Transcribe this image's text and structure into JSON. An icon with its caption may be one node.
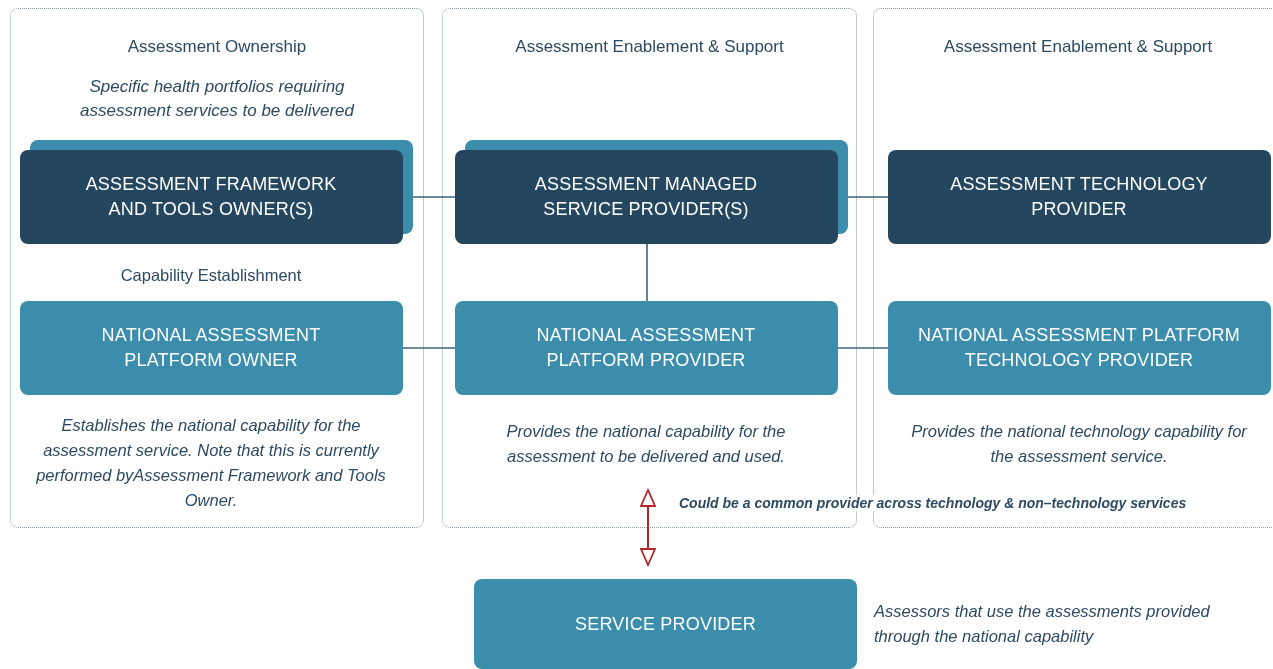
{
  "diagram": {
    "nodes": [
      {
        "text": [
          "Assessment Ownership",
          "Specific health portfolios requiring assessment services to be delivered"
        ]
      },
      {
        "text": [
          "Assessment Enablement & Support"
        ]
      },
      {
        "text": [
          "Assessment Enablement & Support"
        ]
      },
      {
        "text": [
          "ASSESSMENT FRAMEWORK AND TOOLS OWNER(S)"
        ],
        "in": 0
      },
      {
        "text": [
          "NATIONAL ASSESSMENT PLATFORM OWNER"
        ],
        "in": 0,
        "beside": [
          "Capability Establishment",
          "Establishes the national capability for the assessment service. Note that this is currently performed byAssessment Framework and Tools Owner."
        ]
      },
      {
        "text": [
          "ASSESSMENT MANAGED SERVICE PROVIDER(S)"
        ],
        "in": 1
      },
      {
        "text": [
          "NATIONAL ASSESSMENT PLATFORM PROVIDER"
        ],
        "in": 1,
        "beside": [
          "Provides the national capability for the assessment to be delivered and used."
        ]
      },
      {
        "text": [
          "ASSESSMENT TECHNOLOGY PROVIDER"
        ],
        "in": 2
      },
      {
        "text": [
          "NATIONAL ASSESSMENT PLATFORM TECHNOLOGY PROVIDER"
        ],
        "in": 2,
        "beside": [
          "Provides the national technology capability for the assessment service."
        ]
      },
      {
        "text": [
          "SERVICE PROVIDER"
        ],
        "beside": [
          "Assessors that use the assessments provided through the national capability"
        ]
      }
    ],
    "edges": [
      {
        "from": 3,
        "to": 5,
        "arrow": "none"
      },
      {
        "from": 5,
        "to": 7,
        "arrow": "none"
      },
      {
        "from": 5,
        "to": 6,
        "arrow": "none"
      },
      {
        "from": 4,
        "to": 6,
        "arrow": "none"
      },
      {
        "from": 6,
        "to": 8,
        "arrow": "none"
      },
      {
        "from": 6,
        "to": 9,
        "arrow": "both",
        "color": "#b5262b",
        "label": "Could be a common provider across technology & non–technology services"
      }
    ]
  }
}
